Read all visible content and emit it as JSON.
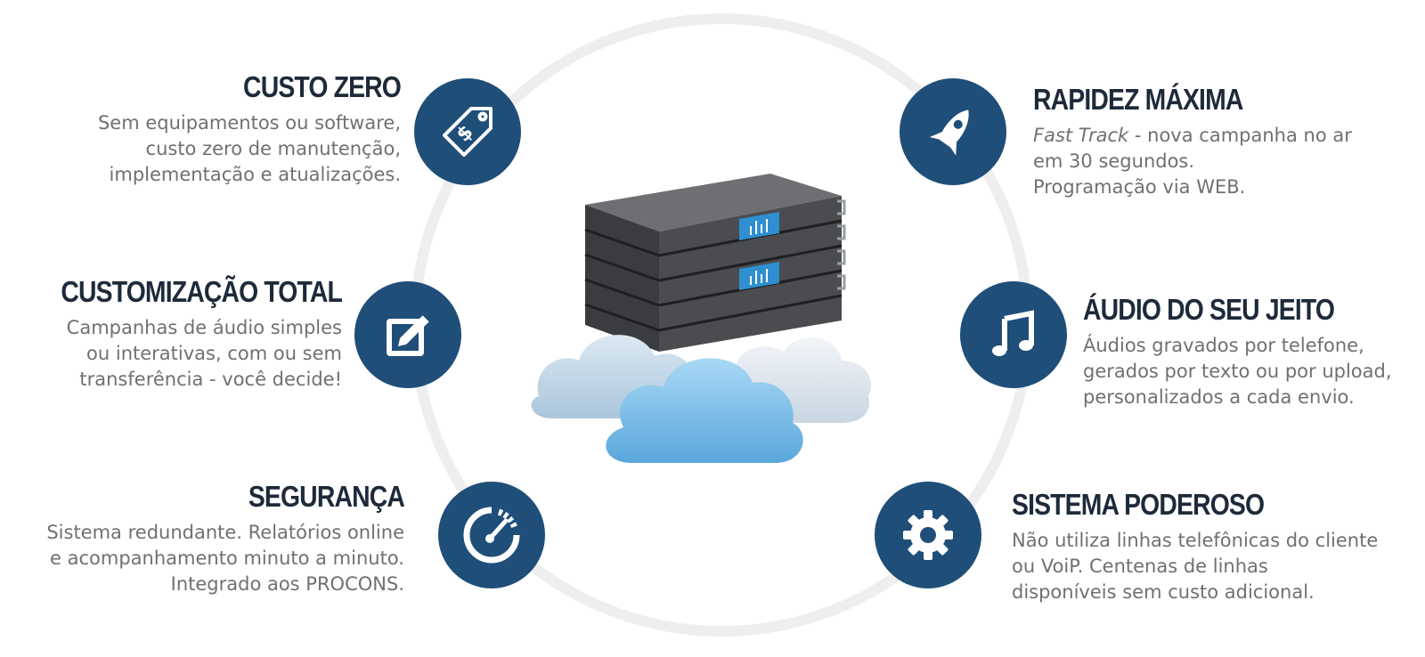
{
  "features": {
    "custo_zero": {
      "title": "CUSTO ZERO",
      "lines": [
        "Sem equipamentos ou software,",
        "custo zero de manutenção,",
        "implementação e atualizações."
      ],
      "icon": "price-tag-dollar-icon"
    },
    "customizacao": {
      "title": "CUSTOMIZAÇÃO TOTAL",
      "lines": [
        "Campanhas de áudio simples",
        "ou interativas, com ou sem",
        "transferência - você decide!"
      ],
      "icon": "edit-pencil-icon"
    },
    "seguranca": {
      "title": "SEGURANÇA",
      "lines": [
        "Sistema redundante. Relatórios online",
        "e acompanhamento minuto a minuto.",
        "Integrado aos PROCONS."
      ],
      "icon": "speedometer-icon"
    },
    "rapidez": {
      "title": "RAPIDEZ MÁXIMA",
      "italic": "Fast Track",
      "line1_rest": " - nova campanha no ar",
      "lines": [
        "em 30 segundos.",
        "Programação via WEB."
      ],
      "icon": "rocket-icon"
    },
    "audio": {
      "title": "ÁUDIO DO SEU JEITO",
      "lines": [
        "Áudios gravados por telefone,",
        "gerados por texto ou por upload,",
        "personalizados a cada envio."
      ],
      "icon": "music-note-icon"
    },
    "sistema": {
      "title": "SISTEMA PODEROSO",
      "lines": [
        "Não utiliza linhas telefônicas do cliente",
        "ou VoiP. Centenas de linhas",
        "disponíveis sem custo adicional."
      ],
      "icon": "gear-icon"
    }
  },
  "colors": {
    "icon_circle": "#1f4e79",
    "title": "#1e2a3a",
    "text": "#707070",
    "ring": "#eeeeee"
  }
}
